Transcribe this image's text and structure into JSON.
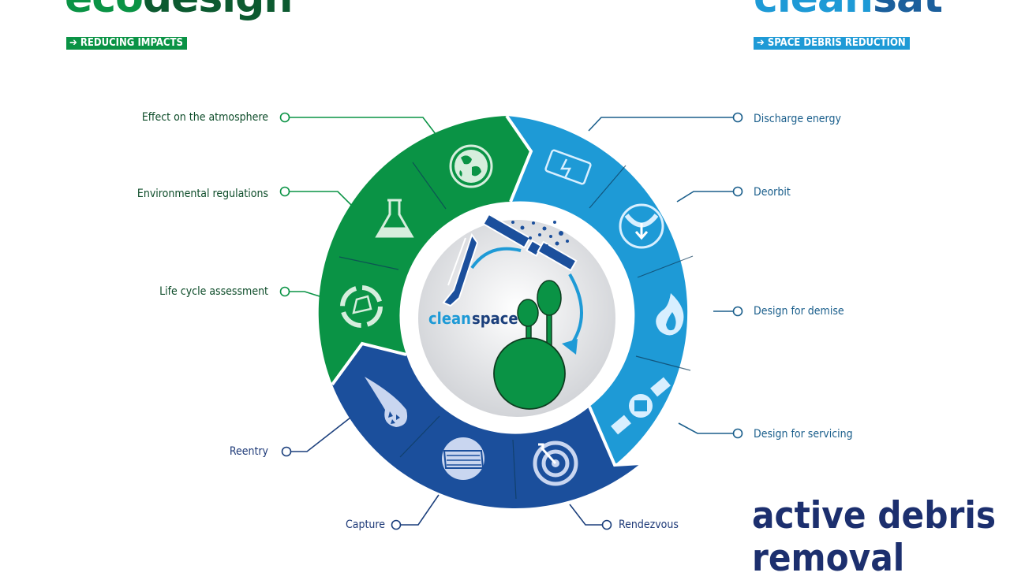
{
  "header": {
    "left_brand": {
      "part1": "eco",
      "part2": "design",
      "tag": "➔ REDUCING IMPACTS"
    },
    "right_brand": {
      "part1": "clean",
      "part2": "sat",
      "tag": "➔ SPACE DEBRIS REDUCTION"
    }
  },
  "center": {
    "word1": "clean",
    "word2": "space"
  },
  "labels": {
    "atmosphere": "Effect on the atmosphere",
    "regulations": "Environmental regulations",
    "lca": "Life cycle assessment",
    "reentry": "Reentry",
    "capture": "Capture",
    "rendezvous": "Rendezvous",
    "discharge": "Discharge energy",
    "deorbit": "Deorbit",
    "demise": "Design for demise",
    "servicing": "Design for servicing"
  },
  "footer": {
    "line1": "active debris",
    "line2": "removal"
  },
  "colors": {
    "green": "#0a9345",
    "light_blue": "#1e9ad6",
    "dark_blue": "#1b4f9c"
  }
}
